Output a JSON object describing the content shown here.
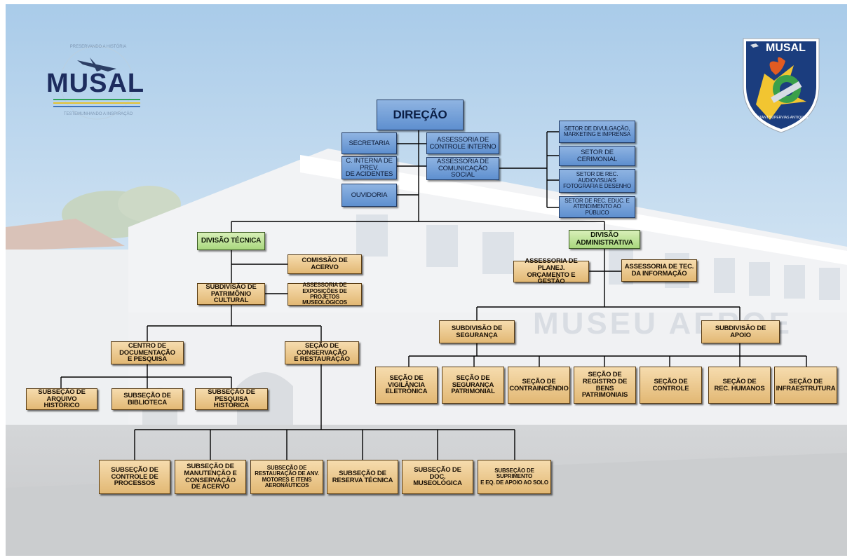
{
  "logo_left": {
    "text": "MUSAL",
    "ring_top": "PRESERVANDO A HISTÓRIA",
    "ring_bottom": "TESTEMUNHANDO A INSPIRAÇÃO"
  },
  "logo_right": {
    "text": "MUSAL",
    "motto": "STANT SUPERVIAS ANTIQUAS"
  },
  "background_sign": "MUSEU AEROE",
  "colors": {
    "blue_box": "#6f9ad6",
    "green_box": "#bfe49a",
    "tan_box": "#eec98d",
    "line": "#000000"
  },
  "chart": {
    "direcao": "DIREÇÃO",
    "staff_left": [
      "SECRETARIA",
      "C. INTERNA DE PREV.\nDE ACIDENTES",
      "OUVIDORIA"
    ],
    "staff_right": [
      "ASSESSORIA DE\nCONTROLE INTERNO",
      "ASSESSORIA DE\nCOMUNICAÇÃO SOCIAL"
    ],
    "comm_sectors": [
      "SETOR DE DIVULGAÇÃO,\nMARKETING E IMPRENSA",
      "SETOR DE CERIMONIAL",
      "SETOR DE REC.\nAUDIOVISUAIS\nFOTOGRAFIA E DESENHO",
      "SETOR DE REC. EDUC. E\nATENDIMENTO AO PÚBLICO"
    ],
    "div_tecnica": "DIVISÃO TÉCNICA",
    "div_admin": "DIVISÃO\nADMINISTRATIVA",
    "comissao_acervo": "COMISSÃO DE ACERVO",
    "subdiv_patrimonio": "SUBDIVISÃO DE\nPATRIMÔNIO CULTURAL",
    "assess_exposicoes": "ASSESSORIA DE\nEXPOSIÇÕES DE\nPROJETOS MUSEOLÓGICOS",
    "centro_doc": "CENTRO DE\nDOCUMENTAÇÃO\nE PESQUISA",
    "secao_conservacao": "SEÇÃO DE\nCONSERVAÇÃO\nE RESTAURAÇÃO",
    "centro_subs": [
      "SUBSEÇÃO DE\nARQUIVO HISTÓRICO",
      "SUBSEÇÃO DE\nBIBLIOTECA",
      "SUBSEÇÃO DE\nPESQUISA HISTÓRICA"
    ],
    "conserv_subs": [
      "SUBSEÇÃO DE\nCONTROLE DE\nPROCESSOS",
      "SUBSEÇÃO DE\nMANUTENÇÃO E\nCONSERVAÇÃO\nDE ACERVO",
      "SUBSEÇÃO DE\nRESTAURAÇÃO DE ANV.\nMOTORES E ITENS\nAERONÁUTICOS",
      "SUBSEÇÃO DE\nRESERVA TÉCNICA",
      "SUBSEÇÃO DE\nDOC. MUSEOLÓGICA",
      "SUBSEÇÃO DE\nSUPRIMENTO\nE EQ. DE APOIO AO SOLO"
    ],
    "assess_planej": "ASSESSORIA DE PLANEJ.\nORÇAMENTO E GESTÃO",
    "assess_tec_info": "ASSESSORIA DE TEC.\nDA INFORMAÇÃO",
    "subdiv_seguranca": "SUBDIVISÃO DE\nSEGURANÇA",
    "subdiv_apoio": "SUBDIVISÃO DE APOIO",
    "admin_secoes": [
      "SEÇÃO DE\nVIGILÂNCIA\nELETRÔNICA",
      "SEÇÃO DE\nSEGURANÇA\nPATRIMONIAL",
      "SEÇÃO DE\nCONTRAINCÊNDIO",
      "SEÇÃO DE\nREGISTRO DE BENS\nPATRIMONIAIS",
      "SEÇÃO DE\nCONTROLE",
      "SEÇÃO DE\nREC. HUMANOS",
      "SEÇÃO DE\nINFRAESTRUTURA"
    ]
  }
}
